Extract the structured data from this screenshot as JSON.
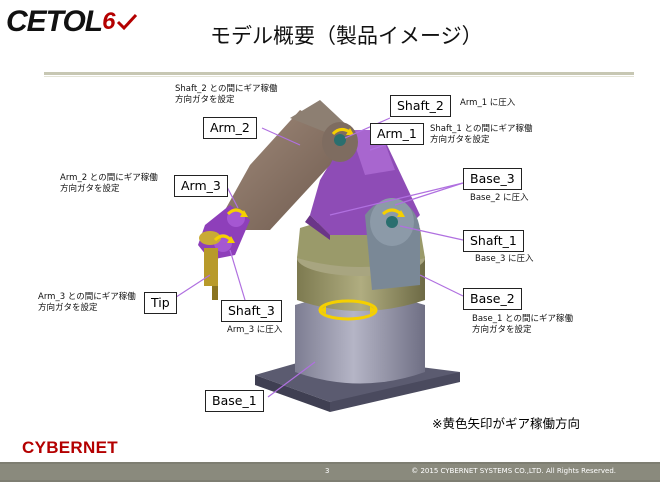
{
  "slide": {
    "logo_text": "CETOL",
    "logo_suffix": "6",
    "title": "モデル概要（製品イメージ）",
    "page_number": "3",
    "brand": "CYBERNET",
    "copyright": "© 2015 CYBERNET SYSTEMS CO.,LTD. All Rights Reserved.",
    "footnote": "※黄色矢印がギア稼働方向"
  },
  "labels": {
    "arm_2": "Arm_2",
    "arm_3": "Arm_3",
    "tip": "Tip",
    "shaft_3": "Shaft_3",
    "shaft_2": "Shaft_2",
    "arm_1": "Arm_1",
    "base_3": "Base_3",
    "shaft_1": "Shaft_1",
    "base_2": "Base_2",
    "base_1": "Base_1"
  },
  "notes": {
    "shaft2_gear": "Shaft_2 との間にギア稼働\n方向ガタを設定",
    "arm1_press": "Arm_1 に圧入",
    "shaft1_gear": "Shaft_1 との間にギア稼働\n方向ガタを設定",
    "arm2_gear": "Arm_2 との間にギア稼働\n方向ガタを設定",
    "base2_press": "Base_2 に圧入",
    "base3_press": "Base_3 に圧入",
    "arm3_gear": "Arm_3 との間にギア稼働\n方向ガタを設定",
    "arm3_press": "Arm_3 に圧入",
    "base1_gear": "Base_1 との間にギア稼働\n方向ガタを設定"
  },
  "colors": {
    "brand_red": "#b40000",
    "footer_gray": "#8a8a7d",
    "gear_arrow_yellow": "#f5d000",
    "arm_brown": "#8c7466",
    "arm_purple": "#8a3fb0",
    "base_gray": "#8f8fa0"
  },
  "icons": {
    "logo_mark": "check-mark-icon",
    "gear_arrow": "rotation-arrow-icon"
  }
}
